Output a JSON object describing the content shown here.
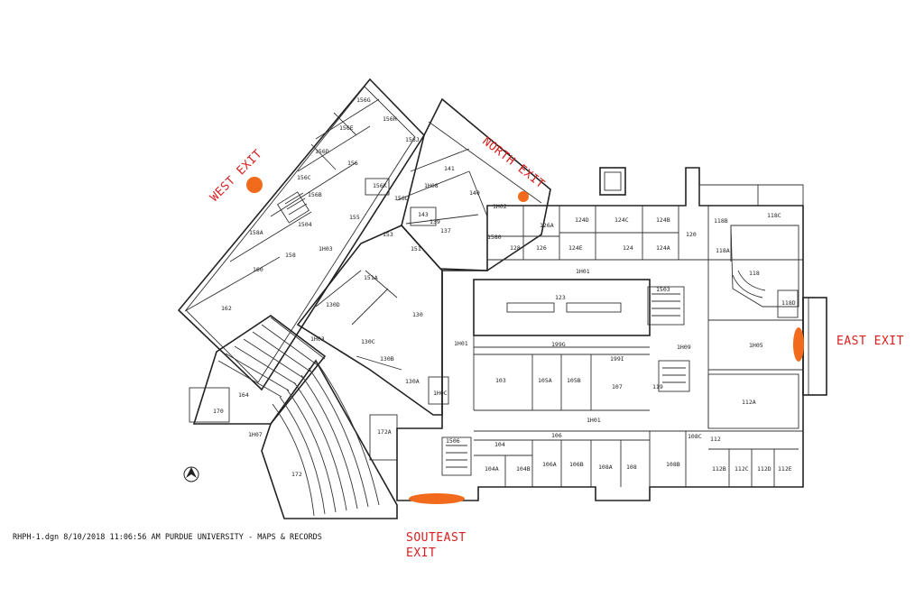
{
  "footer": "RHPH-1.dgn 8/10/2018 11:06:56 AM PURDUE UNIVERSITY - MAPS & RECORDS",
  "exits": {
    "west": "WEST EXIT",
    "north": "NORTH EXIT",
    "east": "EAST EXIT",
    "southeast_line1": "SOUTEAST",
    "southeast_line2": "EXIT"
  },
  "colors": {
    "exit_marker": "#f26a1b",
    "exit_label": "#d81e1e",
    "walls": "#222222"
  },
  "rooms": {
    "r156G": "156G",
    "r156H": "156H",
    "r156E": "156E",
    "r156J": "156J",
    "r156D": "156D",
    "r156": "156",
    "r156C": "156C",
    "r156B": "156B",
    "r156K": "156K",
    "r156L": "156L",
    "r1504": "1504",
    "r155": "155",
    "r141": "141",
    "r1H08": "1H08",
    "r140": "140",
    "r143": "143",
    "r139": "139",
    "r137": "137",
    "r1H02": "1H02",
    "r158A": "158A",
    "r1H03a": "1H03",
    "r158": "158",
    "r153": "153",
    "r151": "151",
    "r1580": "1580",
    "r160": "160",
    "r151A": "151A",
    "r162": "162",
    "r130D": "130D",
    "r130": "130",
    "r1H03b": "1H03",
    "r130C": "130C",
    "r130B": "130B",
    "r130A": "130A",
    "r164": "164",
    "r170": "170",
    "r1H07": "1H07",
    "r172A": "172A",
    "r172": "172",
    "r126A": "126A",
    "r128": "128",
    "r126": "126",
    "r124D": "124D",
    "r124E": "124E",
    "r124C": "124C",
    "r124": "124",
    "r124B": "124B",
    "r124A": "124A",
    "r120": "120",
    "r118B": "118B",
    "r118C": "118C",
    "r118A": "118A",
    "r118": "118",
    "r118D": "118D",
    "r1H01a": "1H01",
    "r123": "123",
    "r1503": "1503",
    "r1H01v": "1H01",
    "r199G": "199G",
    "r199I": "199I",
    "r1H09": "1H09",
    "r1H05": "1H05",
    "r103": "103",
    "r105A": "105A",
    "r105B": "105B",
    "r107": "107",
    "r119": "119",
    "r112A": "112A",
    "r1H01b": "1H01",
    "r1H02c": "1H0C",
    "r1506": "1506",
    "r104": "104",
    "r106": "106",
    "r108C": "108C",
    "r112": "112",
    "r104A": "104A",
    "r104B": "104B",
    "r106A": "106A",
    "r106B": "106B",
    "r108A": "108A",
    "r108": "108",
    "r108B": "108B",
    "r112B": "112B",
    "r112C": "112C",
    "r112D": "112D",
    "r112E": "112E"
  }
}
